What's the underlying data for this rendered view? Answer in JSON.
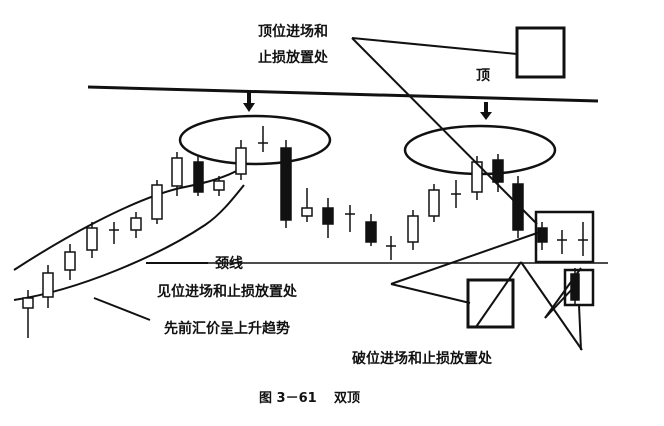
{
  "labels": {
    "top_entry_line1": "顶位进场和",
    "top_entry_line2": "止损放置处",
    "top": "顶",
    "neckline": "颈线",
    "see_entry": "见位进场和止损放置处",
    "prior_trend": "先前汇价呈上升趋势",
    "break_entry": "破位进场和止损放置处"
  },
  "caption": {
    "figure_number": "图 3－61",
    "figure_title": "双顶"
  },
  "colors": {
    "ink": "#111111",
    "background": "#ffffff"
  }
}
